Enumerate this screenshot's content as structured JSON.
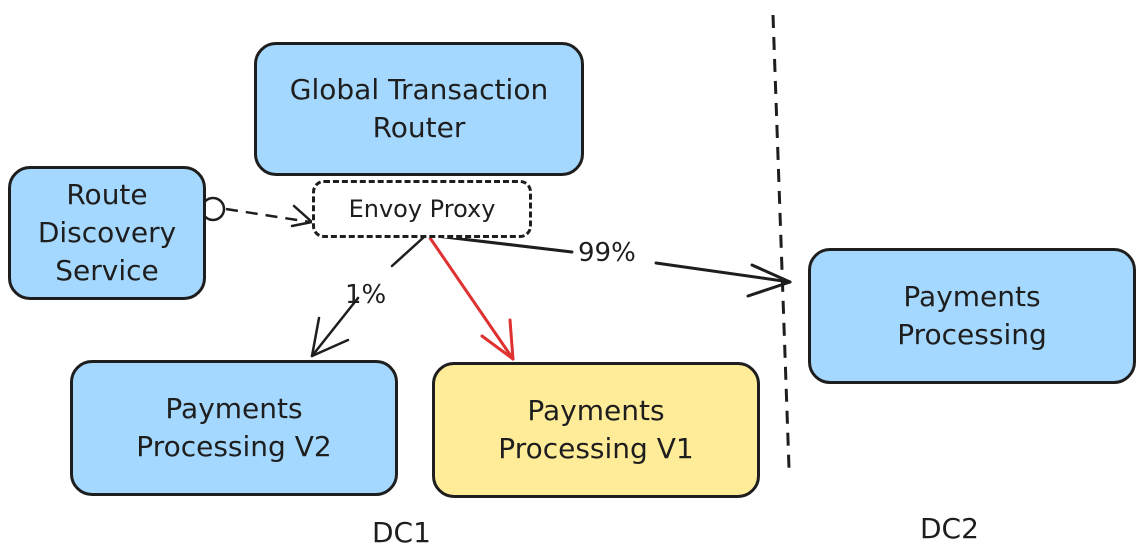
{
  "nodes": {
    "global_router": {
      "line1": "Global Transaction",
      "line2": "Router"
    },
    "envoy_proxy": {
      "label": "Envoy Proxy"
    },
    "route_discovery": {
      "line1": "Route",
      "line2": "Discovery",
      "line3": "Service"
    },
    "payments_v2": {
      "line1": "Payments",
      "line2": "Processing V2"
    },
    "payments_v1": {
      "line1": "Payments",
      "line2": "Processing V1"
    },
    "payments_dc2": {
      "line1": "Payments",
      "line2": "Processing"
    }
  },
  "edges": {
    "to_v2": {
      "label": "1%"
    },
    "to_dc2": {
      "label": "99%"
    }
  },
  "regions": {
    "dc1": "DC1",
    "dc2": "DC2"
  },
  "colors": {
    "service_fill": "#a5d8ff",
    "highlight_fill": "#ffec99",
    "red_arrow": "#e03131",
    "stroke": "#1e1e1e"
  }
}
